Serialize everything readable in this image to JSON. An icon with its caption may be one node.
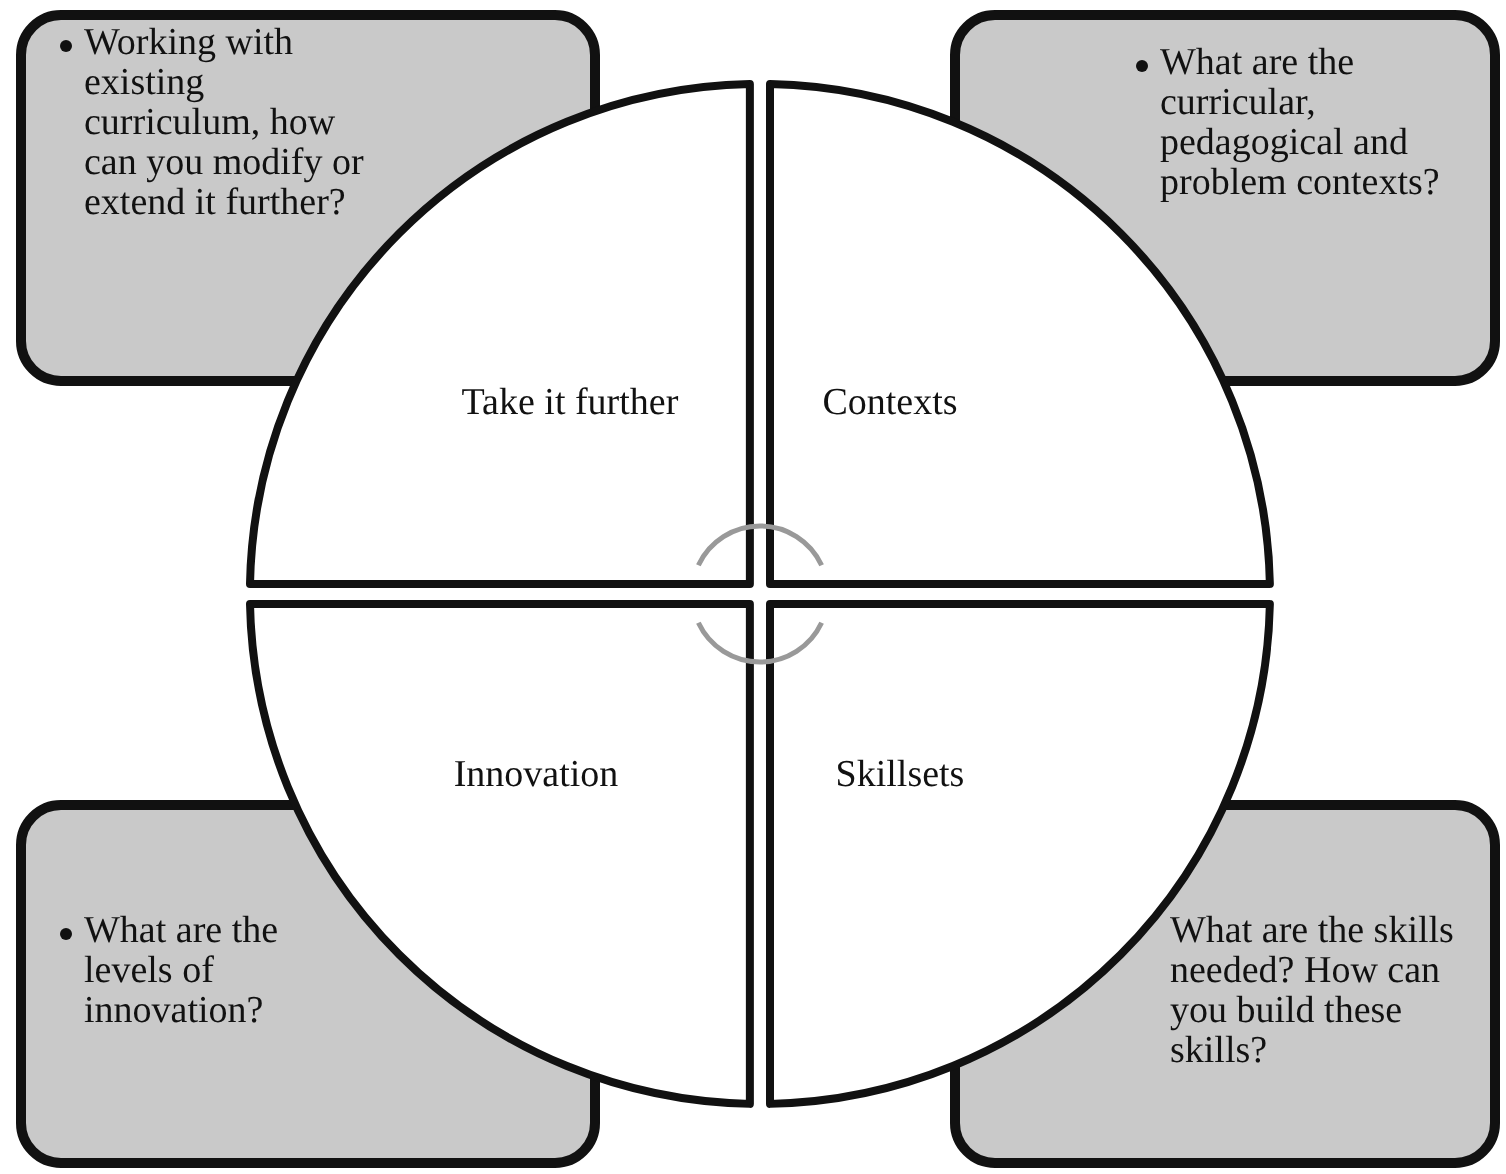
{
  "diagram": {
    "nodes": [
      {
        "text": [
          "Working with existing curriculum, how can you modify or extend it further?"
        ]
      },
      {
        "text": [
          "What are the curricular, pedagogical and problem contexts?"
        ]
      },
      {
        "text": [
          "Take it further"
        ]
      },
      {
        "text": [
          "Contexts"
        ]
      },
      {
        "text": [
          "Innovation"
        ]
      },
      {
        "text": [
          "Skillsets"
        ]
      },
      {
        "text": [
          "What are the levels of innovation?"
        ]
      },
      {
        "text": [
          "What are the skills needed? How can you build these skills?"
        ]
      }
    ]
  }
}
